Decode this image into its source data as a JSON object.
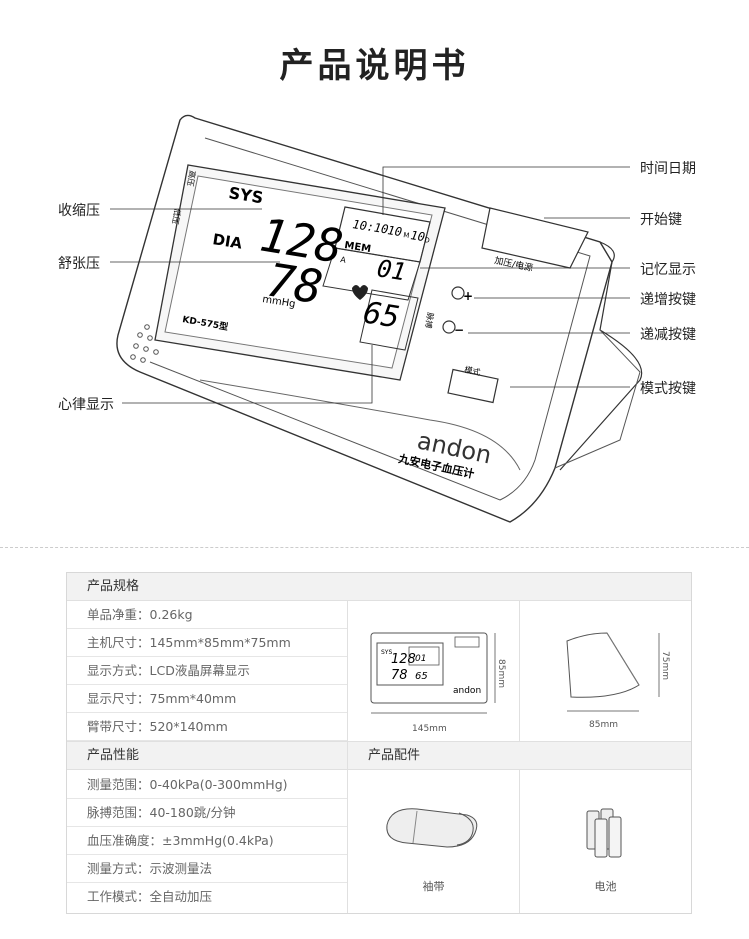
{
  "title": "产品说明书",
  "device": {
    "screen": {
      "sys": "SYS",
      "dia": "DIA",
      "sys_value": "128",
      "dia_value": "78",
      "unit": "mmHg",
      "time": "10:10",
      "month": "10",
      "month_unit": "M",
      "day": "10",
      "day_unit": "D",
      "mem": "MEM",
      "mem_sub": "A",
      "mem_value": "01",
      "pulse_value": "65"
    },
    "side_high": "高压",
    "side_low": "低压",
    "side_pulse": "脉搏",
    "model": "KD-575型",
    "start_key": "加压/电源",
    "plus": "+",
    "minus": "−",
    "mode_key": "模式",
    "brand": "andon",
    "brand_sub": "九安电子血压计"
  },
  "callouts": {
    "time_date": "时间日期",
    "start_key": "开始键",
    "memory": "记忆显示",
    "plus_key": "递增按键",
    "minus_key": "递减按键",
    "mode_key": "模式按键",
    "systolic": "收缩压",
    "diastolic": "舒张压",
    "heart_rate": "心律显示"
  },
  "specs": {
    "section1": "产品规格",
    "rows1": [
      {
        "key": "单品净重：",
        "value": "0.26kg"
      },
      {
        "key": "主机尺寸：",
        "value": "145mm*85mm*75mm"
      },
      {
        "key": "显示方式：",
        "value": "LCD液晶屏幕显示"
      },
      {
        "key": "显示尺寸：",
        "value": "75mm*40mm"
      },
      {
        "key": "臂带尺寸：",
        "value": "520*140mm"
      }
    ],
    "section2": "产品性能",
    "rows2": [
      {
        "key": "测量范围：",
        "value": "0-40kPa(0-300mmHg)"
      },
      {
        "key": "脉搏范围：",
        "value": "40-180跳/分钟"
      },
      {
        "key": "血压准确度：",
        "value": "±3mmHg(0.4kPa)"
      },
      {
        "key": "测量方式：",
        "value": "示波测量法"
      },
      {
        "key": "工作模式：",
        "value": "全自动加压"
      }
    ],
    "section3": "产品配件",
    "dim_width": "145mm",
    "dim_height": "85mm",
    "dim_side_height": "75mm",
    "dim_depth": "85mm",
    "accessory1": "袖带",
    "accessory2": "电池"
  }
}
